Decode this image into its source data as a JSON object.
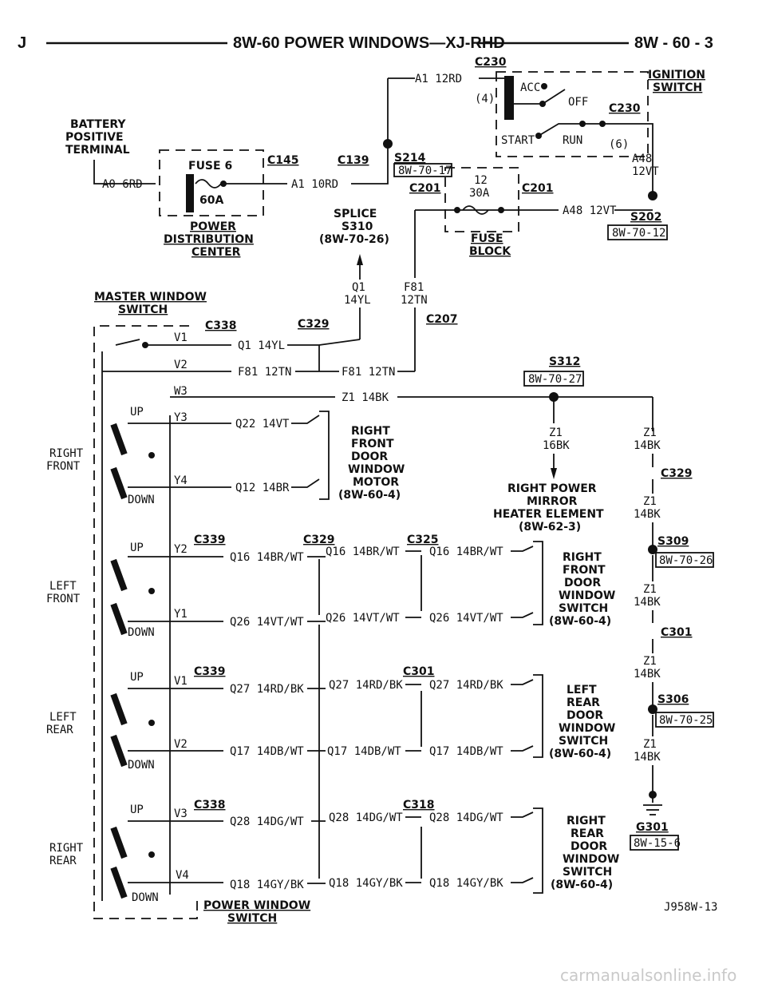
{
  "header": {
    "left": "J",
    "title": "8W-60 POWER WINDOWS—XJ-RHD",
    "page": "8W - 60 - 3"
  },
  "ignition_switch": {
    "connector_top": "C230",
    "title_line1": "IGNITION",
    "title_line2": "SWITCH",
    "acc": "ACC",
    "off": "OFF",
    "start": "START",
    "run": "RUN",
    "connector_right": "C230",
    "pin4": "(4)",
    "pin6": "(6)",
    "wire_in": "A1 12RD",
    "wire_out_a": "A48",
    "wire_out_b": "12VT"
  },
  "battery": {
    "line1": "BATTERY",
    "line2": "POSITIVE",
    "line3": "TERMINAL",
    "wire": "A0 6RD"
  },
  "pdc": {
    "fuse": "FUSE 6",
    "rating": "60A",
    "c145": "C145",
    "c139": "C139",
    "wire_out": "A1 10RD",
    "name_line1": "POWER",
    "name_line2": "DISTRIBUTION",
    "name_line3": "CENTER"
  },
  "splice_s214": {
    "id": "S214",
    "ref": "8W-70-17"
  },
  "fuse_block": {
    "number": "12",
    "rating": "30A",
    "c201_left": "C201",
    "c201_right": "C201",
    "name_line1": "FUSE",
    "name_line2": "BLOCK",
    "wire_in": "A48 12VT"
  },
  "splice_s202": {
    "id": "S202",
    "ref": "8W-70-12"
  },
  "splice_s310": {
    "line1": "SPLICE",
    "line2": "S310",
    "line3": "(8W-70-26)"
  },
  "trunk_wires": {
    "q1_a": "Q1",
    "q1_b": "14YL",
    "f81_a": "F81",
    "f81_b": "12TN",
    "c207": "C207"
  },
  "master_switch": {
    "title_line1": "MASTER WINDOW",
    "title_line2": "SWITCH",
    "c338": "C338",
    "c329": "C329",
    "pins": {
      "v1": "V1",
      "v2": "V2",
      "w3": "W3",
      "y3": "Y3",
      "y4": "Y4",
      "y2": "Y2",
      "y1": "Y1",
      "vv1": "V1",
      "vv2": "V2",
      "v3": "V3",
      "v4": "V4"
    },
    "up": "UP",
    "down": "DOWN",
    "right_front_1": "RIGHT",
    "right_front_2": "FRONT",
    "left_front_1": "LEFT",
    "left_front_2": "FRONT",
    "left_rear_1": "LEFT",
    "left_rear_2": "REAR",
    "right_rear_1": "RIGHT",
    "right_rear_2": "REAR",
    "bottom_line1": "POWER WINDOW",
    "bottom_line2": "SWITCH"
  },
  "wires": {
    "q1": "Q1 14YL",
    "f81a": "F81 12TN",
    "f81b": "F81 12TN",
    "z1": "Z1 14BK",
    "q22": "Q22 14VT",
    "q12": "Q12 14BR",
    "q16a": "Q16 14BR/WT",
    "q16b": "Q16 14BR/WT",
    "q16c": "Q16 14BR/WT",
    "q26a": "Q26 14VT/WT",
    "q26b": "Q26 14VT/WT",
    "q26c": "Q26 14VT/WT",
    "q27a": "Q27 14RD/BK",
    "q27b": "Q27 14RD/BK",
    "q27c": "Q27 14RD/BK",
    "q17a": "Q17 14DB/WT",
    "q17b": "Q17 14DB/WT",
    "q17c": "Q17 14DB/WT",
    "q28a": "Q28 14DG/WT",
    "q28b": "Q28 14DG/WT",
    "q28c": "Q28 14DG/WT",
    "q18a": "Q18 14GY/BK",
    "q18b": "Q18 14GY/BK",
    "q18c": "Q18 14GY/BK"
  },
  "connectors": {
    "c339a": "C339",
    "c329b": "C329",
    "c325": "C325",
    "c339b": "C339",
    "c301": "C301",
    "c338b": "C338",
    "c318": "C318"
  },
  "rf_motor": {
    "l1": "RIGHT",
    "l2": "FRONT",
    "l3": "DOOR",
    "l4": "WINDOW",
    "l5": "MOTOR",
    "l6": "(8W-60-4)"
  },
  "rf_switch": {
    "l1": "RIGHT",
    "l2": "FRONT",
    "l3": "DOOR",
    "l4": "WINDOW",
    "l5": "SWITCH",
    "l6": "(8W-60-4)"
  },
  "lr_switch": {
    "l1": "LEFT",
    "l2": "REAR",
    "l3": "DOOR",
    "l4": "WINDOW",
    "l5": "SWITCH",
    "l6": "(8W-60-4)"
  },
  "rr_switch": {
    "l1": "RIGHT",
    "l2": "REAR",
    "l3": "DOOR",
    "l4": "WINDOW",
    "l5": "SWITCH",
    "l6": "(8W-60-4)"
  },
  "splice_s312": {
    "id": "S312",
    "ref": "8W-70-27"
  },
  "mirror": {
    "wire_a": "Z1",
    "wire_b": "16BK",
    "l1": "RIGHT POWER",
    "l2": "MIRROR",
    "l3": "HEATER ELEMENT",
    "l4": "(8W-62-3)"
  },
  "ground_column": {
    "z1a": "Z1",
    "z1a2": "14BK",
    "c329": "C329",
    "z1b": "Z1",
    "z1b2": "14BK",
    "s309": "S309",
    "s309ref": "8W-70-26",
    "z1c": "Z1",
    "z1c2": "14BK",
    "c301": "C301",
    "z1d": "Z1",
    "z1d2": "14BK",
    "s306": "S306",
    "s306ref": "8W-70-25",
    "z1e": "Z1",
    "z1e2": "14BK",
    "g301": "G301",
    "g301ref": "8W-15-6"
  },
  "figure_id": "J958W-13",
  "watermark": "carmanualsonline.info"
}
